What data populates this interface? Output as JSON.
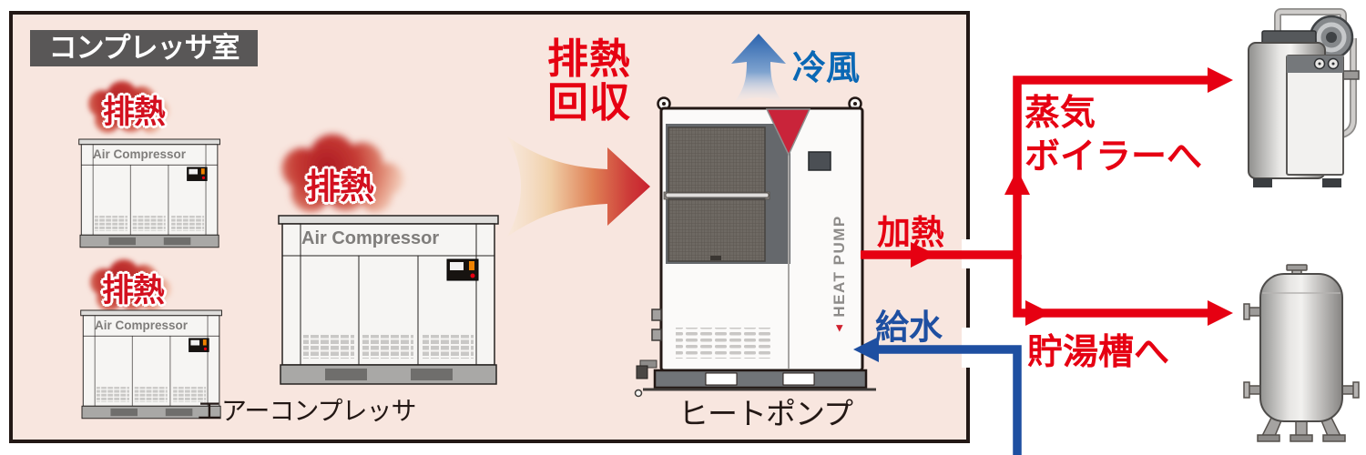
{
  "room": {
    "title": "コンプレッサ室",
    "compressor_caption": "エアーコンプレッサ"
  },
  "clouds": {
    "label": "排熱"
  },
  "compressor": {
    "nameplate": "Air Compressor"
  },
  "recovery_arrow": {
    "line1": "排熱",
    "line2": "回収"
  },
  "heat_pump": {
    "caption": "ヒートポンプ",
    "side_label": "HEAT PUMP",
    "side_marker": "▼"
  },
  "flows": {
    "cold_air": "冷風",
    "heating": "加熱",
    "water_supply": "給水",
    "to_boiler_line1": "蒸気",
    "to_boiler_line2": "ボイラーへ",
    "to_tank": "貯湯槽へ"
  },
  "colors": {
    "red_accent": "#e60012",
    "pipe_blue": "#1e4fa1",
    "cold_air_blue": "#0a68b5",
    "room_fill": "#f8e6df",
    "room_border": "#231815",
    "title_bg": "#595757",
    "heat_pump_triangle": "#c9243a"
  }
}
